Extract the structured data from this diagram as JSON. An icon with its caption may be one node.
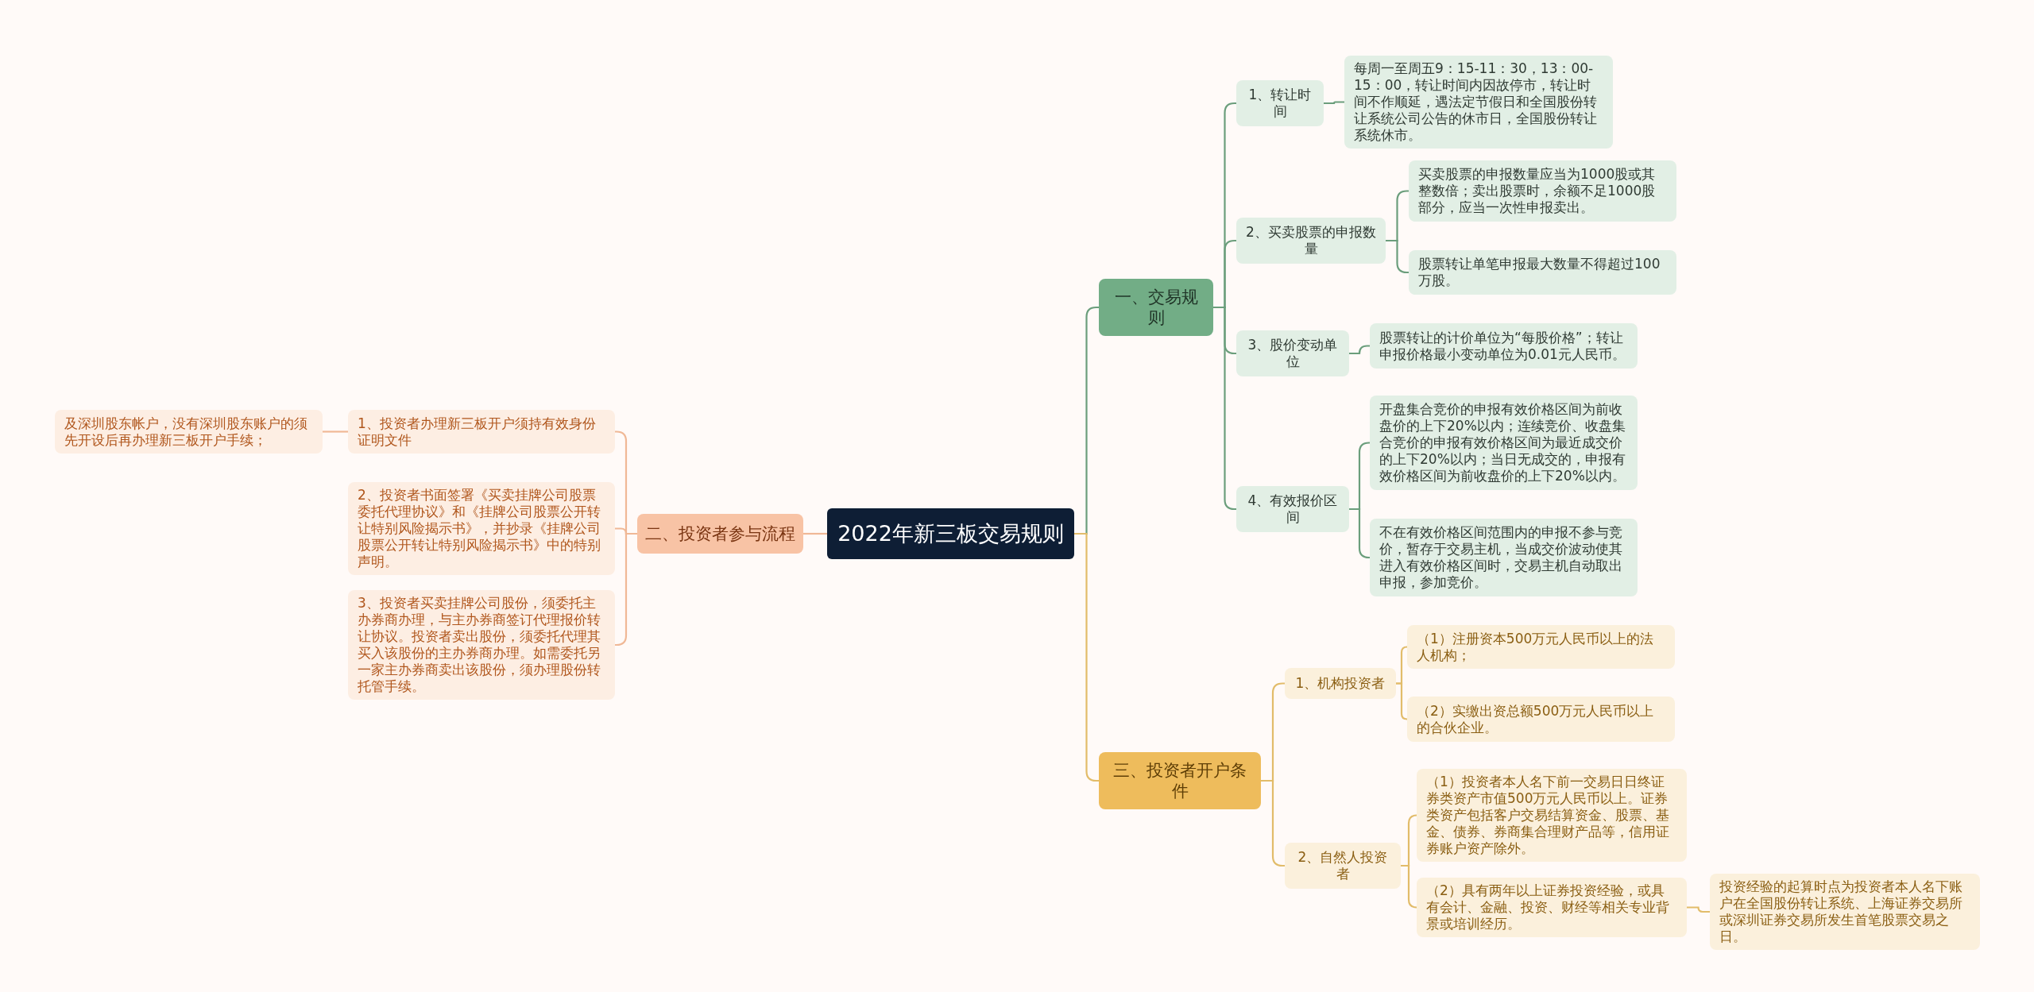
{
  "diagram": {
    "nodes": [
      {
        "text": [
          "2022年新三板交易规则"
        ]
      },
      {
        "text": [
          "一、交易规则"
        ]
      },
      {
        "text": [
          "1、转让时间"
        ]
      },
      {
        "text": [
          "每周一至周五9：15-11：30，13：00-15：00，转让时间内因故停市，转让时间不作顺延，遇法定节假日和全国股份转让系统公司公告的休市日，全国股份转让系统休市。"
        ]
      },
      {
        "text": [
          "2、买卖股票的申报数量"
        ]
      },
      {
        "text": [
          "买卖股票的申报数量应当为1000股或其整数倍；卖出股票时，余额不足1000股部分，应当一次性申报卖出。"
        ]
      },
      {
        "text": [
          "股票转让单笔申报最大数量不得超过100万股。"
        ]
      },
      {
        "text": [
          "3、股价变动单位"
        ]
      },
      {
        "text": [
          "股票转让的计价单位为“每股价格”；转让申报价格最小变动单位为0.01元人民币。"
        ]
      },
      {
        "text": [
          "4、有效报价区间"
        ]
      },
      {
        "text": [
          "开盘集合竞价的申报有效价格区间为前收盘价的上下20%以内；连续竞价、收盘集合竞价的申报有效价格区间为最近成交价的上下20%以内；当日无成交的，申报有效价格区间为前收盘价的上下20%以内。"
        ]
      },
      {
        "text": [
          "不在有效价格区间范围内的申报不参与竞价，暂存于交易主机，当成交价波动使其进入有效价格区间时，交易主机自动取出申报，参加竞价。"
        ]
      },
      {
        "text": [
          "二、投资者参与流程"
        ]
      },
      {
        "text": [
          "1、投资者办理新三板开户须持有效身份证明文件"
        ]
      },
      {
        "text": [
          "及深圳股东帐户，没有深圳股东账户的须先开设后再办理新三板开户手续；"
        ]
      },
      {
        "text": [
          "2、投资者书面签署《买卖挂牌公司股票委托代理协议》和《挂牌公司股票公开转让特别风险揭示书》，并抄录《挂牌公司股票公开转让特别风险揭示书》中的特别声明。"
        ]
      },
      {
        "text": [
          "3、投资者买卖挂牌公司股份，须委托主办券商办理，与主办券商签订代理报价转让协议。投资者卖出股份，须委托代理其买入该股份的主办券商办理。如需委托另一家主办券商卖出该股份，须办理股份转托管手续。"
        ]
      },
      {
        "text": [
          "三、投资者开户条件"
        ]
      },
      {
        "text": [
          "1、机构投资者"
        ]
      },
      {
        "text": [
          "（1）注册资本500万元人民币以上的法人机构；"
        ]
      },
      {
        "text": [
          "（2）实缴出资总额500万元人民币以上的合伙企业。"
        ]
      },
      {
        "text": [
          "2、自然人投资者"
        ]
      },
      {
        "text": [
          "（1）投资者本人名下前一交易日日终证券类资产市值500万元人民币以上。证券类资产包括客户交易结算资金、股票、基金、债券、券商集合理财产品等，信用证券账户资产除外。"
        ]
      },
      {
        "text": [
          "（2）具有两年以上证券投资经验，或具有会计、金融、投资、财经等相关专业背景或培训经历。"
        ]
      },
      {
        "text": [
          "投资经验的起算时点为投资者本人名下账户在全国股份转让系统、上海证券交易所或深圳证券交易所发生首笔股票交易之日。"
        ]
      }
    ],
    "edges": [
      {
        "from": 0,
        "to": 1,
        "arrow": "none"
      },
      {
        "from": 1,
        "to": 2,
        "arrow": "none"
      },
      {
        "from": 2,
        "to": 3,
        "arrow": "none"
      },
      {
        "from": 1,
        "to": 4,
        "arrow": "none"
      },
      {
        "from": 4,
        "to": 5,
        "arrow": "none"
      },
      {
        "from": 4,
        "to": 6,
        "arrow": "none"
      },
      {
        "from": 1,
        "to": 7,
        "arrow": "none"
      },
      {
        "from": 7,
        "to": 8,
        "arrow": "none"
      },
      {
        "from": 1,
        "to": 9,
        "arrow": "none"
      },
      {
        "from": 9,
        "to": 10,
        "arrow": "none"
      },
      {
        "from": 9,
        "to": 11,
        "arrow": "none"
      },
      {
        "from": 0,
        "to": 12,
        "arrow": "none",
        "color": "#f0b896"
      },
      {
        "from": 12,
        "to": 13,
        "arrow": "none",
        "color": "#f0b896"
      },
      {
        "from": 13,
        "to": 14,
        "arrow": "none",
        "color": "#f0b896"
      },
      {
        "from": 12,
        "to": 15,
        "arrow": "none",
        "color": "#f0b896"
      },
      {
        "from": 12,
        "to": 16,
        "arrow": "none",
        "color": "#f0b896"
      },
      {
        "from": 0,
        "to": 17,
        "arrow": "none",
        "color": "#e2bc6a"
      },
      {
        "from": 17,
        "to": 18,
        "arrow": "none",
        "color": "#e2bc6a"
      },
      {
        "from": 18,
        "to": 19,
        "arrow": "none",
        "color": "#e2bc6a"
      },
      {
        "from": 18,
        "to": 20,
        "arrow": "none",
        "color": "#e2bc6a"
      },
      {
        "from": 17,
        "to": 21,
        "arrow": "none",
        "color": "#e2bc6a"
      },
      {
        "from": 21,
        "to": 22,
        "arrow": "none",
        "color": "#e2bc6a"
      },
      {
        "from": 21,
        "to": 23,
        "arrow": "none",
        "color": "#e2bc6a"
      },
      {
        "from": 23,
        "to": 24,
        "arrow": "none",
        "color": "#e2bc6a"
      }
    ]
  }
}
